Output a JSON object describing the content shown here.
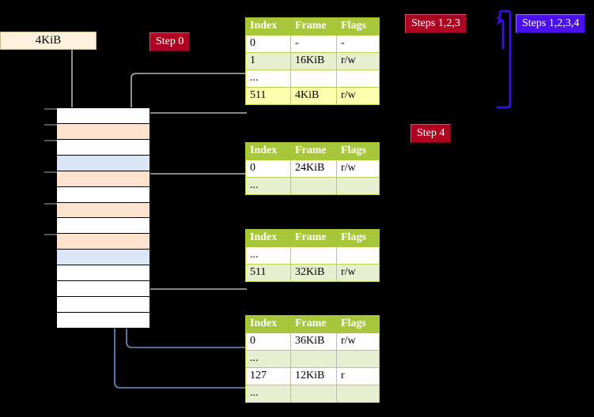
{
  "labels": {
    "size_box": "4KiB",
    "step0": "Step 0",
    "step4": "Step 4",
    "steps123": "Steps 1,2,3",
    "steps1234": "Steps 1,2,3,4"
  },
  "colors": {
    "badge_red": "#b00022",
    "badge_blue": "#4b0ff0",
    "table_header_green": "#a8c63c",
    "table_row_green": "#e8eed0",
    "highlight_yellow": "#ffffb0",
    "mem_peach": "#fde3cd",
    "mem_blue": "#dbe7f7",
    "size_box_bg": "#fdf3dc",
    "wire_grey": "#b3b3b3",
    "wire_blue": "#6f93c6",
    "arrow_blue": "#3a5f96"
  },
  "table_columns": [
    "Index",
    "Frame",
    "Flags"
  ],
  "tables": [
    {
      "name": "pml4-table",
      "rows": [
        {
          "index": "0",
          "frame": "-",
          "flags": "-",
          "shade": "white",
          "highlight": false
        },
        {
          "index": "1",
          "frame": "16KiB",
          "flags": "r/w",
          "shade": "green",
          "highlight": false
        },
        {
          "index": "...",
          "frame": "",
          "flags": "",
          "shade": "white",
          "highlight": false
        },
        {
          "index": "511",
          "frame": "4KiB",
          "flags": "r/w",
          "shade": "green",
          "highlight": true
        }
      ]
    },
    {
      "name": "pdpt-table",
      "rows": [
        {
          "index": "0",
          "frame": "24KiB",
          "flags": "r/w",
          "shade": "white",
          "highlight": false
        },
        {
          "index": "...",
          "frame": "",
          "flags": "",
          "shade": "green",
          "highlight": false
        }
      ]
    },
    {
      "name": "pd-table",
      "rows": [
        {
          "index": "...",
          "frame": "",
          "flags": "",
          "shade": "white",
          "highlight": false
        },
        {
          "index": "511",
          "frame": "32KiB",
          "flags": "r/w",
          "shade": "green",
          "highlight": false
        }
      ]
    },
    {
      "name": "pt-table",
      "rows": [
        {
          "index": "0",
          "frame": "36KiB",
          "flags": "r/w",
          "shade": "white",
          "highlight": false
        },
        {
          "index": "...",
          "frame": "",
          "flags": "",
          "shade": "green",
          "highlight": false
        },
        {
          "index": "127",
          "frame": "12KiB",
          "flags": "r",
          "shade": "white",
          "highlight": false
        },
        {
          "index": "...",
          "frame": "",
          "flags": "",
          "shade": "green",
          "highlight": false
        }
      ]
    }
  ],
  "memory_rows": [
    {
      "shade": "white",
      "tick": true
    },
    {
      "shade": "peach",
      "tick": true
    },
    {
      "shade": "white",
      "tick": true
    },
    {
      "shade": "blue",
      "tick": false
    },
    {
      "shade": "peach",
      "tick": true
    },
    {
      "shade": "white",
      "tick": false
    },
    {
      "shade": "peach",
      "tick": true
    },
    {
      "shade": "white",
      "tick": false
    },
    {
      "shade": "peach",
      "tick": true
    },
    {
      "shade": "blue",
      "tick": false
    },
    {
      "shade": "white",
      "tick": false
    },
    {
      "shade": "white",
      "tick": false
    },
    {
      "shade": "white",
      "tick": false
    },
    {
      "shade": "white",
      "tick": false
    }
  ]
}
